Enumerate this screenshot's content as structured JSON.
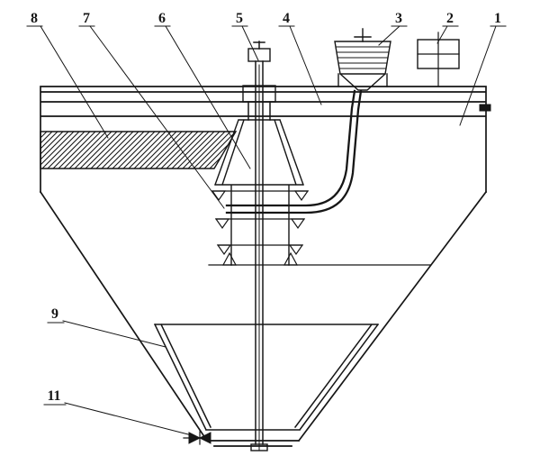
{
  "figure": {
    "kind": "technical sectional line drawing of a conical tank apparatus with central shaft, top motor and feed pipe",
    "background_color": "#ffffff",
    "ink_color": "#161616",
    "reference_labels": {
      "n1": "1",
      "n2": "2",
      "n3": "3",
      "n4": "4",
      "n5": "5",
      "n6": "6",
      "n7": "7",
      "n8": "8",
      "n9": "9",
      "n11": "11"
    }
  }
}
